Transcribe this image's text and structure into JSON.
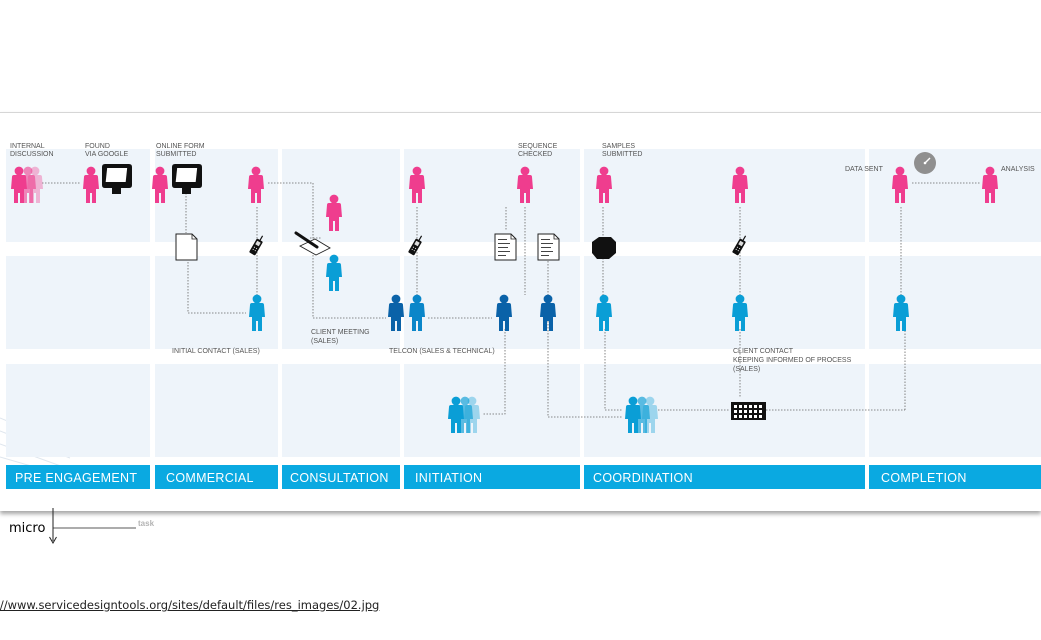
{
  "phases": [
    "PRE ENGAGEMENT",
    "COMMERCIAL",
    "CONSULTATION",
    "INITIATION",
    "COORDINATION",
    "COMPLETION"
  ],
  "labels": {
    "internal_discussion": [
      "INTERNAL",
      "DISCUSSION"
    ],
    "found_via_google": [
      "FOUND",
      "VIA GOOGLE"
    ],
    "online_form": [
      "ONLINE FORM",
      "SUBMITTED"
    ],
    "sequence_checked": [
      "SEQUENCE",
      "CHECKED"
    ],
    "samples_submitted": [
      "SAMPLES",
      "SUBMITTED"
    ],
    "data_sent": "DATA SENT",
    "analysis": "ANALYSIS",
    "initial_contact": "INITIAL CONTACT (SALES)",
    "client_meeting": [
      "CLIENT MEETING",
      "(SALES)"
    ],
    "telcon": "TELCON (SALES & TECHNICAL)",
    "client_contact": [
      "CLIENT CONTACT",
      "KEEPING INFORMED OF PROCESS",
      "(SALES)"
    ]
  },
  "axis": {
    "micro": "micro",
    "task": "task"
  },
  "source_url": "://www.servicedesigntools.org/sites/default/files/res_images/02.jpg",
  "colors": {
    "pink": "#ef3d8e",
    "blue": "#0a9ed6",
    "navy": "#0a62a8",
    "band": "#0aa9e1",
    "panel": "#eef4fa"
  }
}
